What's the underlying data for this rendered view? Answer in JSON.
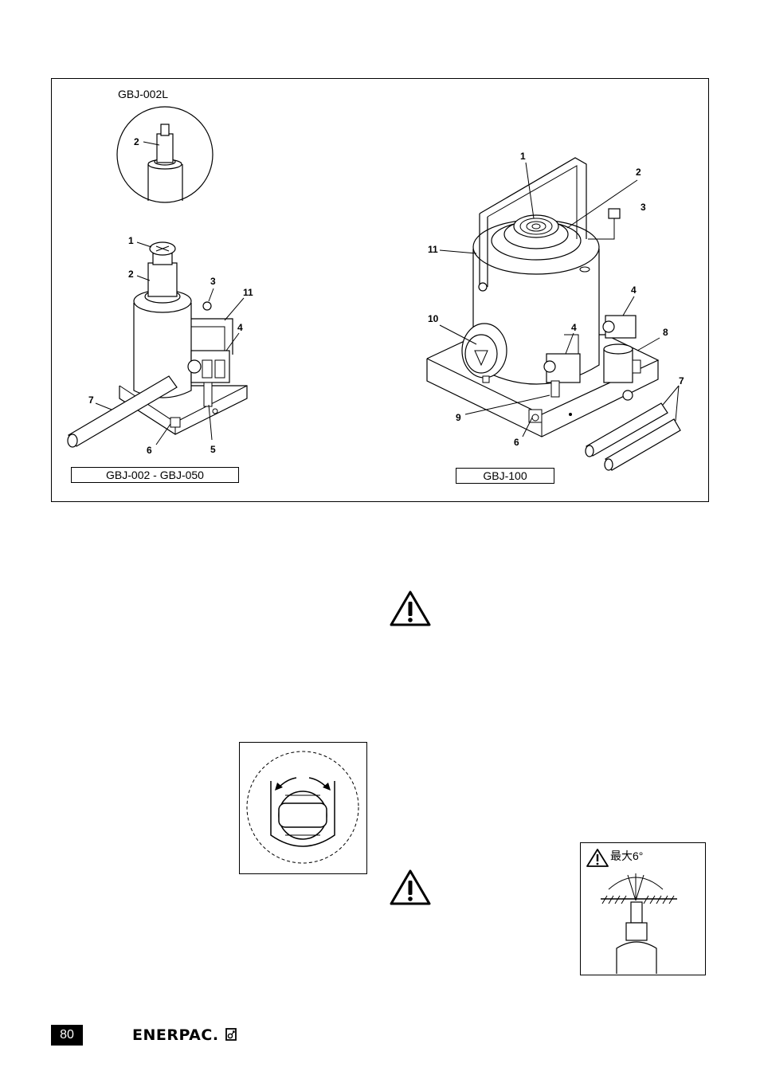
{
  "figure": {
    "inset_label": "GBJ-002L",
    "left_caption": "GBJ-002 - GBJ-050",
    "right_caption": "GBJ-100",
    "inset_callouts": [
      "2"
    ],
    "left_callouts": [
      "1",
      "2",
      "3",
      "11",
      "4",
      "7",
      "6",
      "5"
    ],
    "right_callouts": [
      "1",
      "2",
      "3",
      "11",
      "4",
      "10",
      "4",
      "8",
      "7",
      "9",
      "6"
    ]
  },
  "tilt_note": {
    "text": "最大6°"
  },
  "footer": {
    "page_number": "80",
    "brand": "ENERPAC."
  },
  "icons": [
    "warning-triangle-icon",
    "rotate-arrows-icon",
    "enerpac-logo-mark-icon"
  ]
}
